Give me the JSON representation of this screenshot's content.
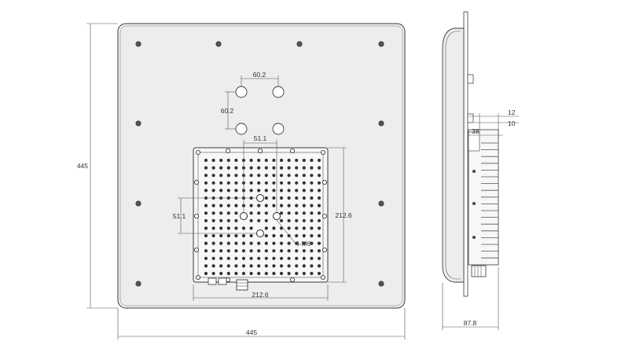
{
  "drawing": {
    "front_view": {
      "panel_height_label": "445",
      "panel_width_label": "445",
      "mount_spacing_horizontal": "60.2",
      "mount_spacing_vertical": "60.2",
      "center_spacing_top": "51.1",
      "center_spacing_left": "51.1",
      "module_height_label": "212.6",
      "module_width_label": "212.6",
      "screw_callout": "4-M6"
    },
    "side_view": {
      "depth_label_12": "12",
      "depth_label_10": "10",
      "depth_label_38": "38",
      "overall_depth_label": "87.8"
    }
  },
  "colors": {
    "panel_fill": "#ededed",
    "module_fill": "#f7f7f7",
    "hole_fill": "#333333",
    "line": "#3a3a3a"
  }
}
